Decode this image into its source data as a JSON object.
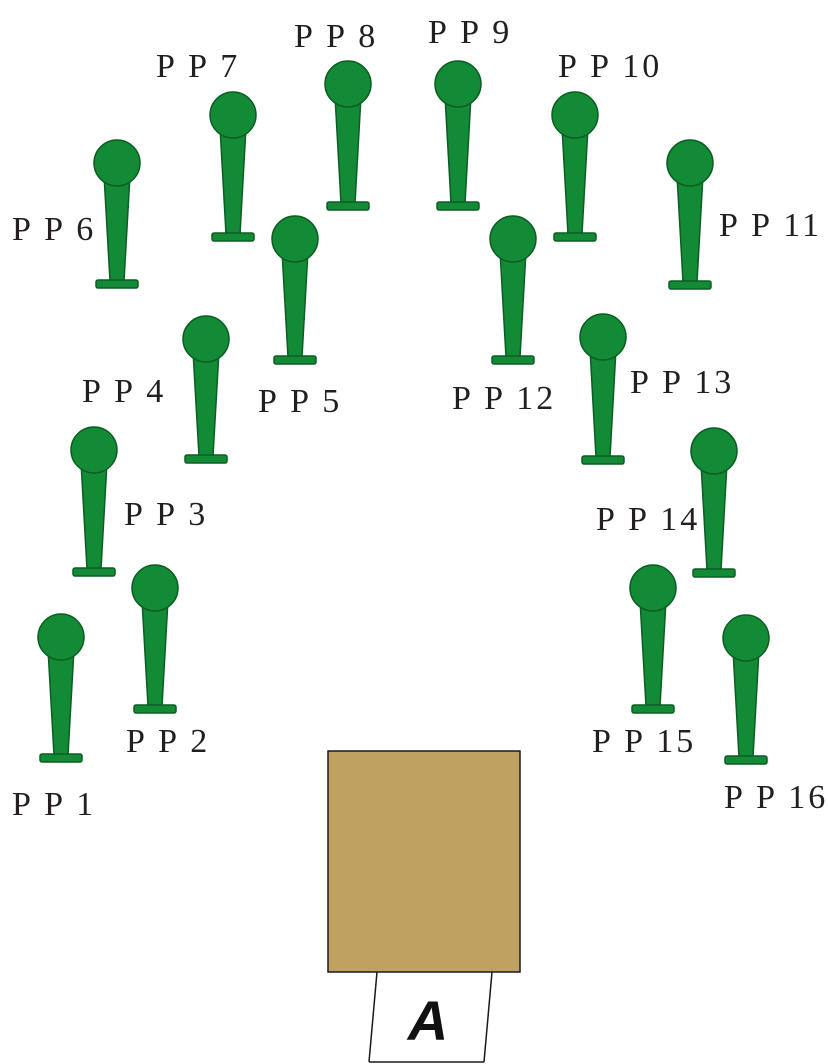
{
  "diagram": {
    "colors": {
      "pin": "#138a36",
      "pin_stroke": "#0b5e22",
      "box": "#bfa161",
      "box_stroke": "#1a1a1a",
      "label": "#231f20"
    },
    "pins": [
      {
        "id": 1,
        "label": "P P 1"
      },
      {
        "id": 2,
        "label": "P P 2"
      },
      {
        "id": 3,
        "label": "P P 3"
      },
      {
        "id": 4,
        "label": "P P 4"
      },
      {
        "id": 5,
        "label": "P P 5"
      },
      {
        "id": 6,
        "label": "P P 6"
      },
      {
        "id": 7,
        "label": "P P 7"
      },
      {
        "id": 8,
        "label": "P P 8"
      },
      {
        "id": 9,
        "label": "P P 9"
      },
      {
        "id": 10,
        "label": "P P 10"
      },
      {
        "id": 11,
        "label": "P P 11"
      },
      {
        "id": 12,
        "label": "P P 12"
      },
      {
        "id": 13,
        "label": "P P 13"
      },
      {
        "id": 14,
        "label": "P P 14"
      },
      {
        "id": 15,
        "label": "P P 15"
      },
      {
        "id": 16,
        "label": "P P 16"
      }
    ],
    "box": {
      "label": "A"
    }
  }
}
